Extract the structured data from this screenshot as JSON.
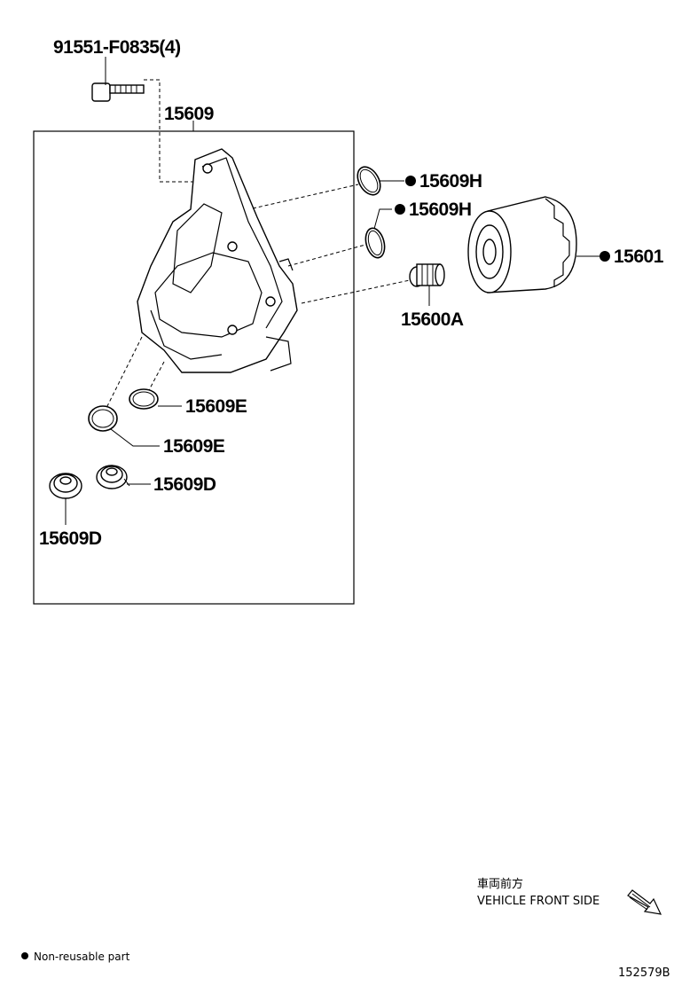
{
  "parts": {
    "bolt": "91551-F0835(4)",
    "housing": "15609",
    "oring_upper": "15609H",
    "oring_lower": "15609H",
    "filter": "15601",
    "union": "15600A",
    "gasket_right": "15609E",
    "gasket_left": "15609E",
    "plug_right": "15609D",
    "plug_left": "15609D"
  },
  "direction": {
    "jp": "車両前方",
    "en": "VEHICLE FRONT SIDE"
  },
  "legend": {
    "text": "Non-reusable part"
  },
  "diagram_id": "152579B"
}
